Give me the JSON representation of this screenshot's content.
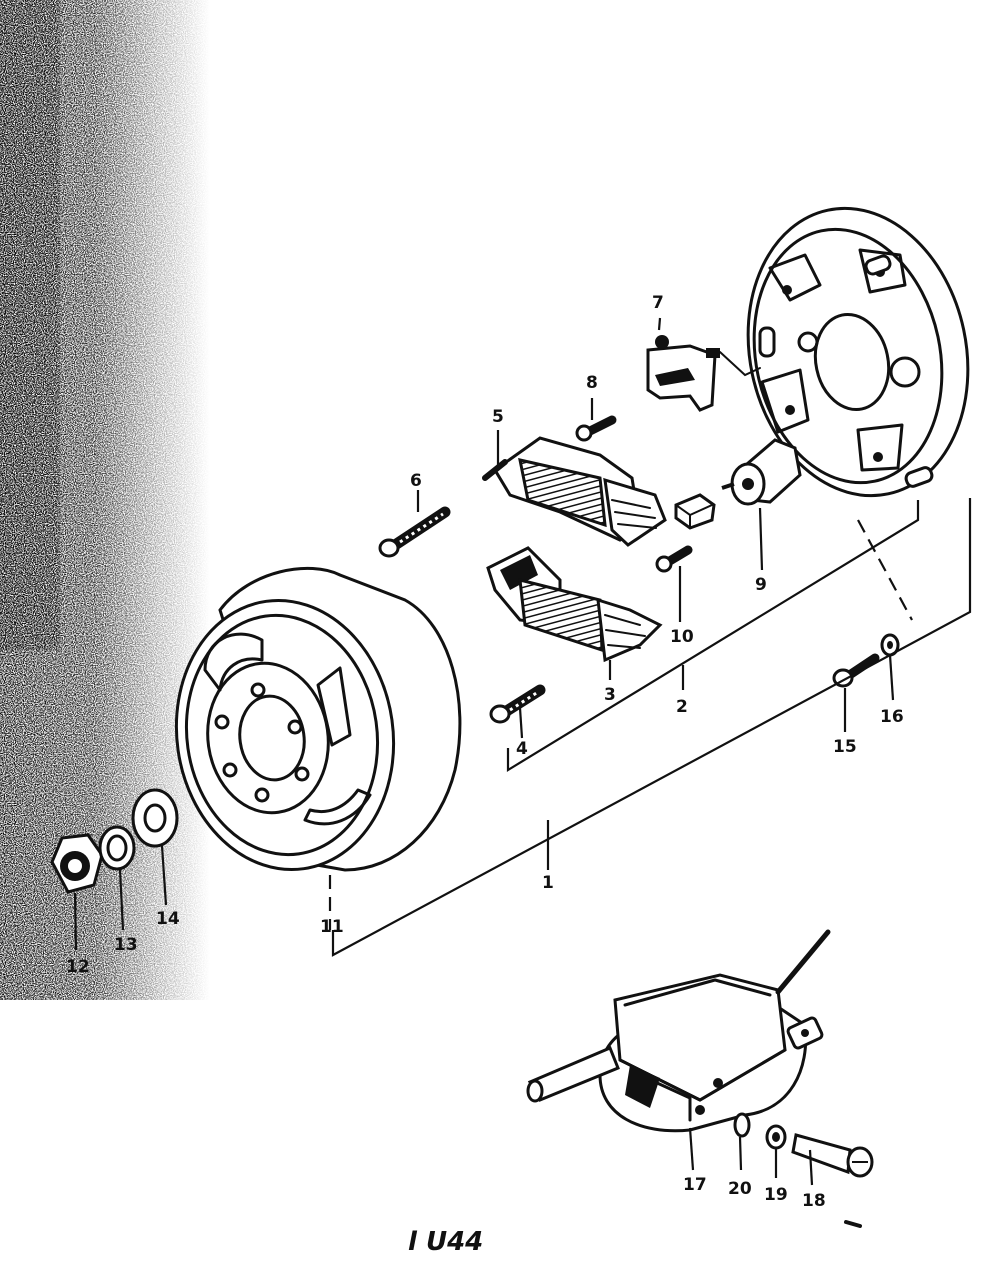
{
  "diagram": {
    "callouts": [
      {
        "id": "c1",
        "label": "1"
      },
      {
        "id": "c2",
        "label": "2"
      },
      {
        "id": "c3",
        "label": "3"
      },
      {
        "id": "c4",
        "label": "4"
      },
      {
        "id": "c5",
        "label": "5"
      },
      {
        "id": "c6",
        "label": "6"
      },
      {
        "id": "c7",
        "label": "7"
      },
      {
        "id": "c8",
        "label": "8"
      },
      {
        "id": "c9",
        "label": "9"
      },
      {
        "id": "c10",
        "label": "10"
      },
      {
        "id": "c11",
        "label": "11"
      },
      {
        "id": "c12",
        "label": "12"
      },
      {
        "id": "c13",
        "label": "13"
      },
      {
        "id": "c14",
        "label": "14"
      },
      {
        "id": "c15",
        "label": "15"
      },
      {
        "id": "c16",
        "label": "16"
      },
      {
        "id": "c17",
        "label": "17"
      },
      {
        "id": "c18",
        "label": "18"
      },
      {
        "id": "c19",
        "label": "19"
      },
      {
        "id": "c20",
        "label": "20"
      }
    ],
    "footer_code": "l U44"
  }
}
